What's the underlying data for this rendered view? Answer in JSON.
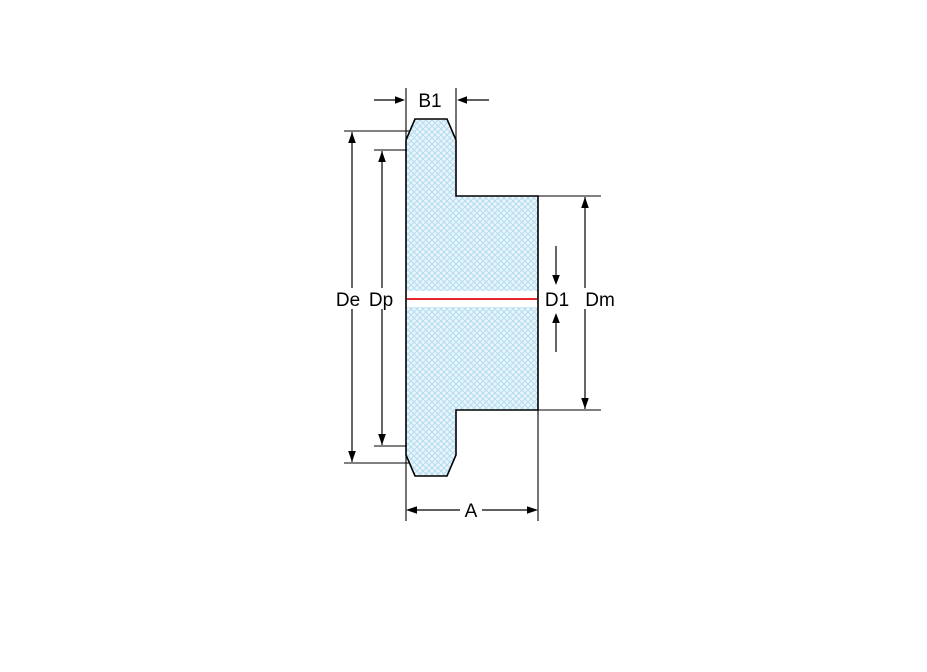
{
  "diagram": {
    "dimension_labels": {
      "tooth_width": "B1",
      "outer_diameter": "De",
      "pitch_diameter": "Dp",
      "bore_diameter": "D1",
      "hub_diameter": "Dm",
      "total_width": "A"
    },
    "colors": {
      "outline": "#000000",
      "section_fill": "#e9f5fb",
      "hatch_line": "#b3ddef",
      "centerline": "#e8262a",
      "canvas_background": "#ffffff"
    }
  }
}
